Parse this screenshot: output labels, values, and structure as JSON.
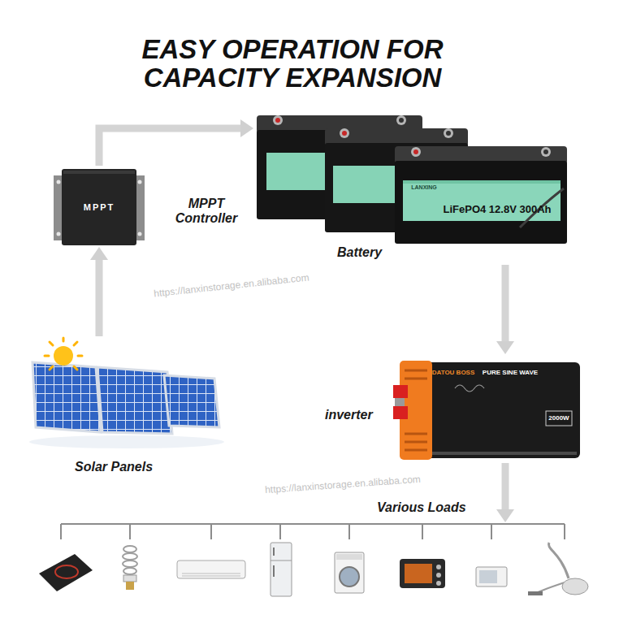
{
  "diagram": {
    "title": "EASY OPERATION FOR CAPACITY EXPANSION",
    "nodes": [
      {
        "text": [
          "MPPT Controller"
        ]
      },
      {
        "text": [
          "Battery"
        ]
      },
      {
        "text": [
          "inverter"
        ]
      },
      {
        "text": [
          "Solar Panels"
        ]
      },
      {
        "text": [
          "Various Loads"
        ]
      }
    ],
    "edges": [
      {
        "from": 3,
        "to": 0,
        "arrow": "to"
      },
      {
        "from": 0,
        "to": 1,
        "arrow": "to"
      },
      {
        "from": 1,
        "to": 2,
        "arrow": "to"
      },
      {
        "from": 2,
        "to": 4,
        "arrow": "to"
      }
    ],
    "labels": [
      "MPPT",
      "LANXING",
      "LiFePO4 12.8V 300Ah",
      "DATOU BOSS",
      "PURE SINE WAVE",
      "2000W",
      "https://lanxinstorage.en.alibaba.com",
      "https://lanxinstorage.en.alibaba.com"
    ]
  }
}
